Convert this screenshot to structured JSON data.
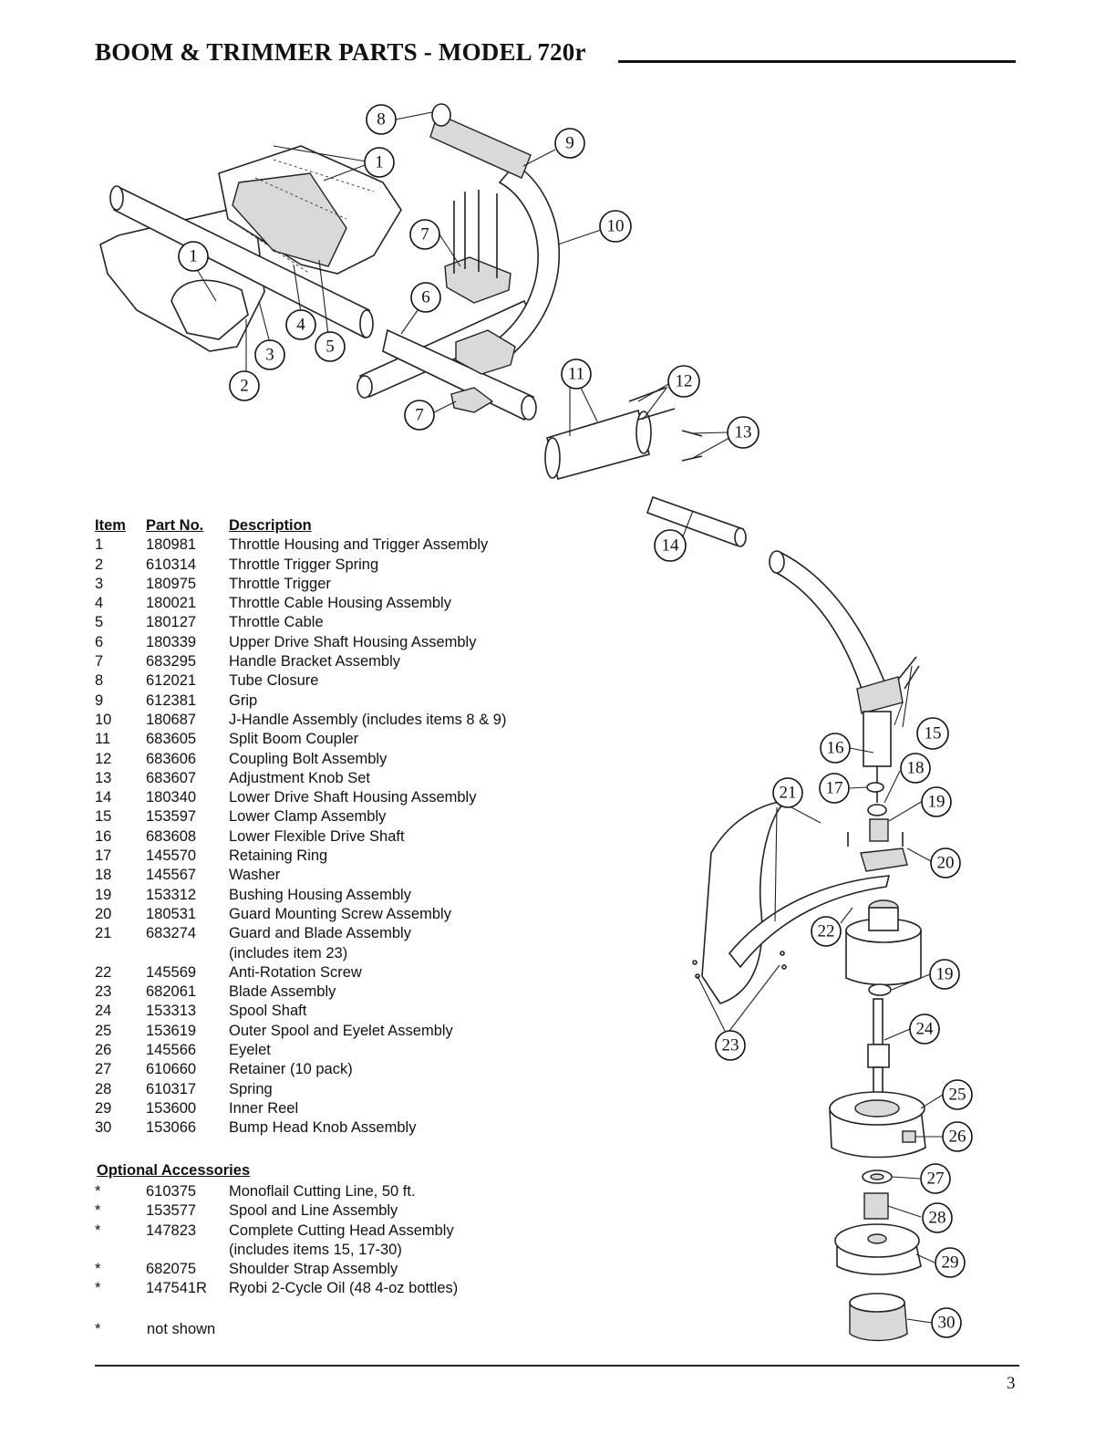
{
  "title": "BOOM & TRIMMER PARTS - MODEL 720r",
  "table": {
    "headers": {
      "item": "Item",
      "part_no": "Part No.",
      "description": "Description"
    },
    "rows": [
      {
        "item": "1",
        "part_no": "180981",
        "description": "Throttle Housing and Trigger Assembly"
      },
      {
        "item": "2",
        "part_no": "610314",
        "description": "Throttle Trigger Spring"
      },
      {
        "item": "3",
        "part_no": "180975",
        "description": "Throttle Trigger"
      },
      {
        "item": "4",
        "part_no": "180021",
        "description": "Throttle Cable Housing Assembly"
      },
      {
        "item": "5",
        "part_no": "180127",
        "description": "Throttle Cable"
      },
      {
        "item": "6",
        "part_no": "180339",
        "description": "Upper Drive Shaft Housing Assembly"
      },
      {
        "item": "7",
        "part_no": "683295",
        "description": "Handle Bracket Assembly"
      },
      {
        "item": "8",
        "part_no": "612021",
        "description": "Tube Closure"
      },
      {
        "item": "9",
        "part_no": "612381",
        "description": "Grip"
      },
      {
        "item": "10",
        "part_no": "180687",
        "description": "J-Handle Assembly (includes items 8 & 9)"
      },
      {
        "item": "11",
        "part_no": "683605",
        "description": "Split Boom Coupler"
      },
      {
        "item": "12",
        "part_no": "683606",
        "description": "Coupling Bolt Assembly"
      },
      {
        "item": "13",
        "part_no": "683607",
        "description": "Adjustment Knob Set"
      },
      {
        "item": "14",
        "part_no": "180340",
        "description": "Lower Drive Shaft Housing Assembly"
      },
      {
        "item": "15",
        "part_no": "153597",
        "description": "Lower Clamp Assembly"
      },
      {
        "item": "16",
        "part_no": "683608",
        "description": "Lower Flexible Drive Shaft"
      },
      {
        "item": "17",
        "part_no": "145570",
        "description": "Retaining Ring"
      },
      {
        "item": "18",
        "part_no": "145567",
        "description": "Washer"
      },
      {
        "item": "19",
        "part_no": "153312",
        "description": "Bushing Housing Assembly"
      },
      {
        "item": "20",
        "part_no": "180531",
        "description": "Guard Mounting Screw Assembly"
      },
      {
        "item": "21",
        "part_no": "683274",
        "description": "Guard and Blade Assembly"
      },
      {
        "item": "",
        "part_no": "",
        "description": "(includes item 23)"
      },
      {
        "item": "22",
        "part_no": "145569",
        "description": "Anti-Rotation Screw"
      },
      {
        "item": "23",
        "part_no": "682061",
        "description": "Blade Assembly"
      },
      {
        "item": "24",
        "part_no": "153313",
        "description": "Spool Shaft"
      },
      {
        "item": "25",
        "part_no": "153619",
        "description": "Outer Spool and Eyelet Assembly"
      },
      {
        "item": "26",
        "part_no": "145566",
        "description": "Eyelet"
      },
      {
        "item": "27",
        "part_no": "610660",
        "description": "Retainer (10 pack)"
      },
      {
        "item": "28",
        "part_no": "610317",
        "description": "Spring"
      },
      {
        "item": "29",
        "part_no": "153600",
        "description": "Inner Reel"
      },
      {
        "item": "30",
        "part_no": "153066",
        "description": "Bump Head Knob Assembly"
      }
    ]
  },
  "accessories": {
    "title": "Optional Accessories",
    "rows": [
      {
        "mark": "*",
        "part_no": "610375",
        "description": "Monoflail Cutting Line, 50 ft."
      },
      {
        "mark": "*",
        "part_no": "153577",
        "description": "Spool and Line Assembly"
      },
      {
        "mark": "*",
        "part_no": "147823",
        "description": "Complete Cutting Head Assembly"
      },
      {
        "mark": "",
        "part_no": "",
        "description": "(includes items 15, 17-30)"
      },
      {
        "mark": "*",
        "part_no": "682075",
        "description": "Shoulder Strap Assembly"
      },
      {
        "mark": "*",
        "part_no": "147541R",
        "description": "Ryobi 2-Cycle Oil (48 4-oz bottles)"
      }
    ]
  },
  "note": {
    "mark": "*",
    "text": "not shown"
  },
  "page_number": "3",
  "callouts": [
    "1",
    "1",
    "2",
    "3",
    "4",
    "5",
    "6",
    "7",
    "7",
    "8",
    "9",
    "10",
    "11",
    "12",
    "13",
    "14",
    "15",
    "16",
    "17",
    "18",
    "19",
    "19",
    "20",
    "21",
    "22",
    "23",
    "24",
    "25",
    "26",
    "27",
    "28",
    "29",
    "30"
  ]
}
